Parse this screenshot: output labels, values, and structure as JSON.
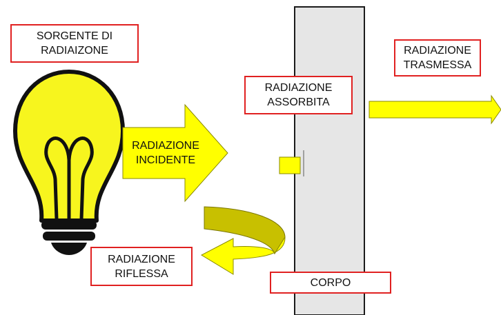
{
  "labels": {
    "source": "SORGENTE DI\nRADIAIZONE",
    "transmitted": "RADIAZIONE\nTRASMESSA",
    "absorbed": "RADIAZIONE\nASSORBITA",
    "incident": "RADIAZIONE\nINCIDENTE",
    "reflected": "RADIAZIONE\nRIFLESSA",
    "body": "CORPO"
  },
  "colors": {
    "bulb_fill": "#f7f51e",
    "arrow_fill": "#ffff00",
    "reflected_band": "#c8c000",
    "body_fill": "#e6e6e6",
    "label_border": "#e02020"
  }
}
